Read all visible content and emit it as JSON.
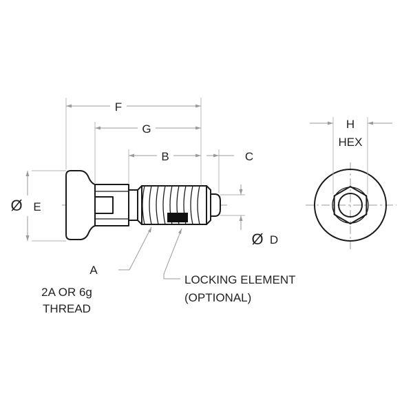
{
  "labels": {
    "F": "F",
    "G": "G",
    "B": "B",
    "C": "C",
    "E": "E",
    "D": "D",
    "H": "H",
    "hex": "HEX",
    "A": "A",
    "thread_line1": "2A OR 6g",
    "thread_line2": "THREAD",
    "locking_line1": "LOCKING ELEMENT",
    "locking_line2": "(OPTIONAL)"
  },
  "symbols": {
    "diameter": "Ø"
  }
}
